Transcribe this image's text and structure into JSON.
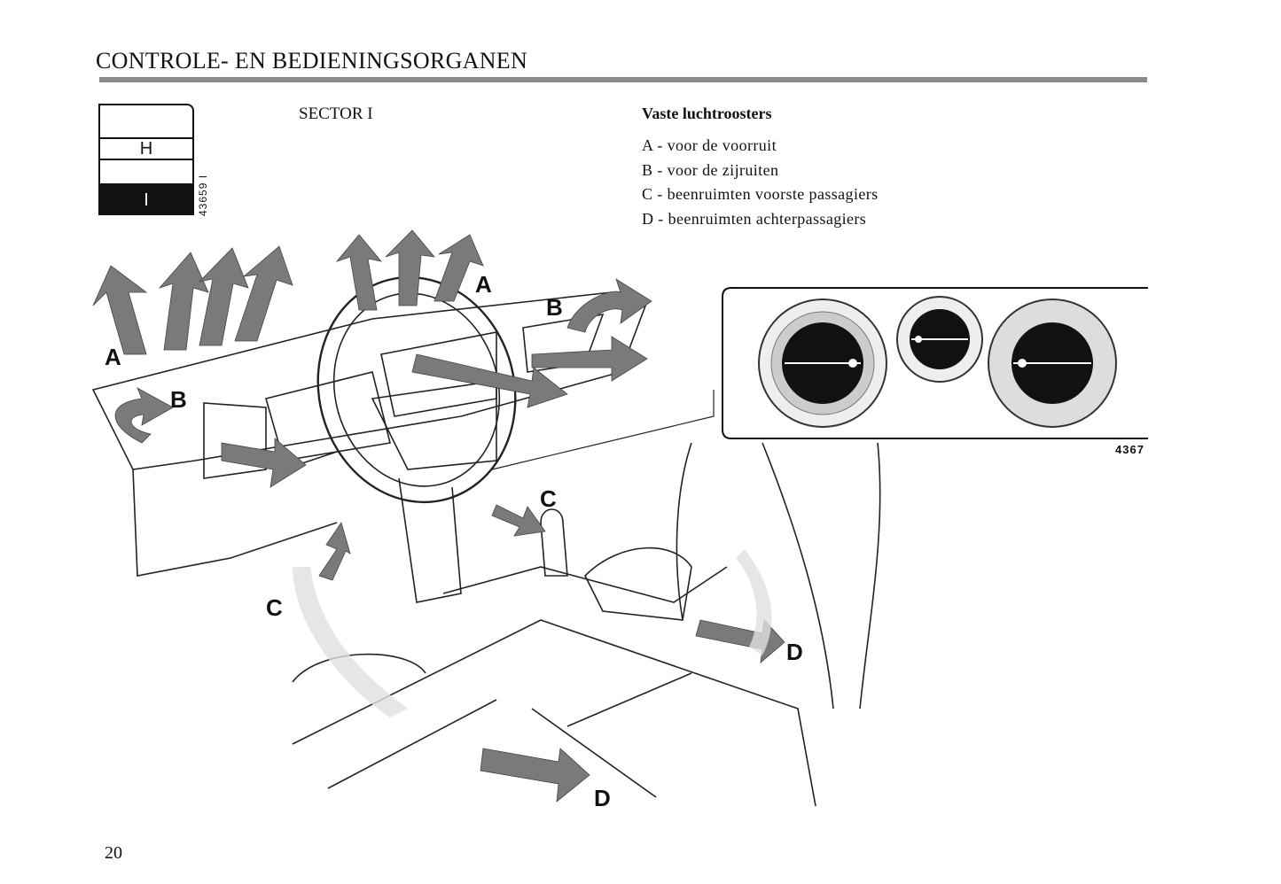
{
  "header": {
    "title": "CONTROLE- EN BEDIENINGSORGANEN"
  },
  "sector_indicator": {
    "rows": [
      "H",
      "I"
    ],
    "active": "I",
    "code": "43659 I"
  },
  "sector_label": "SECTOR I",
  "legend": {
    "title": "Vaste luchtroosters",
    "items": [
      "A - voor de voorruit",
      "B - voor de zijruiten",
      "C - beenruimten voorste passagiers",
      "D - beenruimten achterpassagiers"
    ]
  },
  "illustration": {
    "labels": {
      "a": "A",
      "b": "B",
      "c": "C",
      "d": "D"
    },
    "inset_code": "4367"
  },
  "page_number": "20"
}
